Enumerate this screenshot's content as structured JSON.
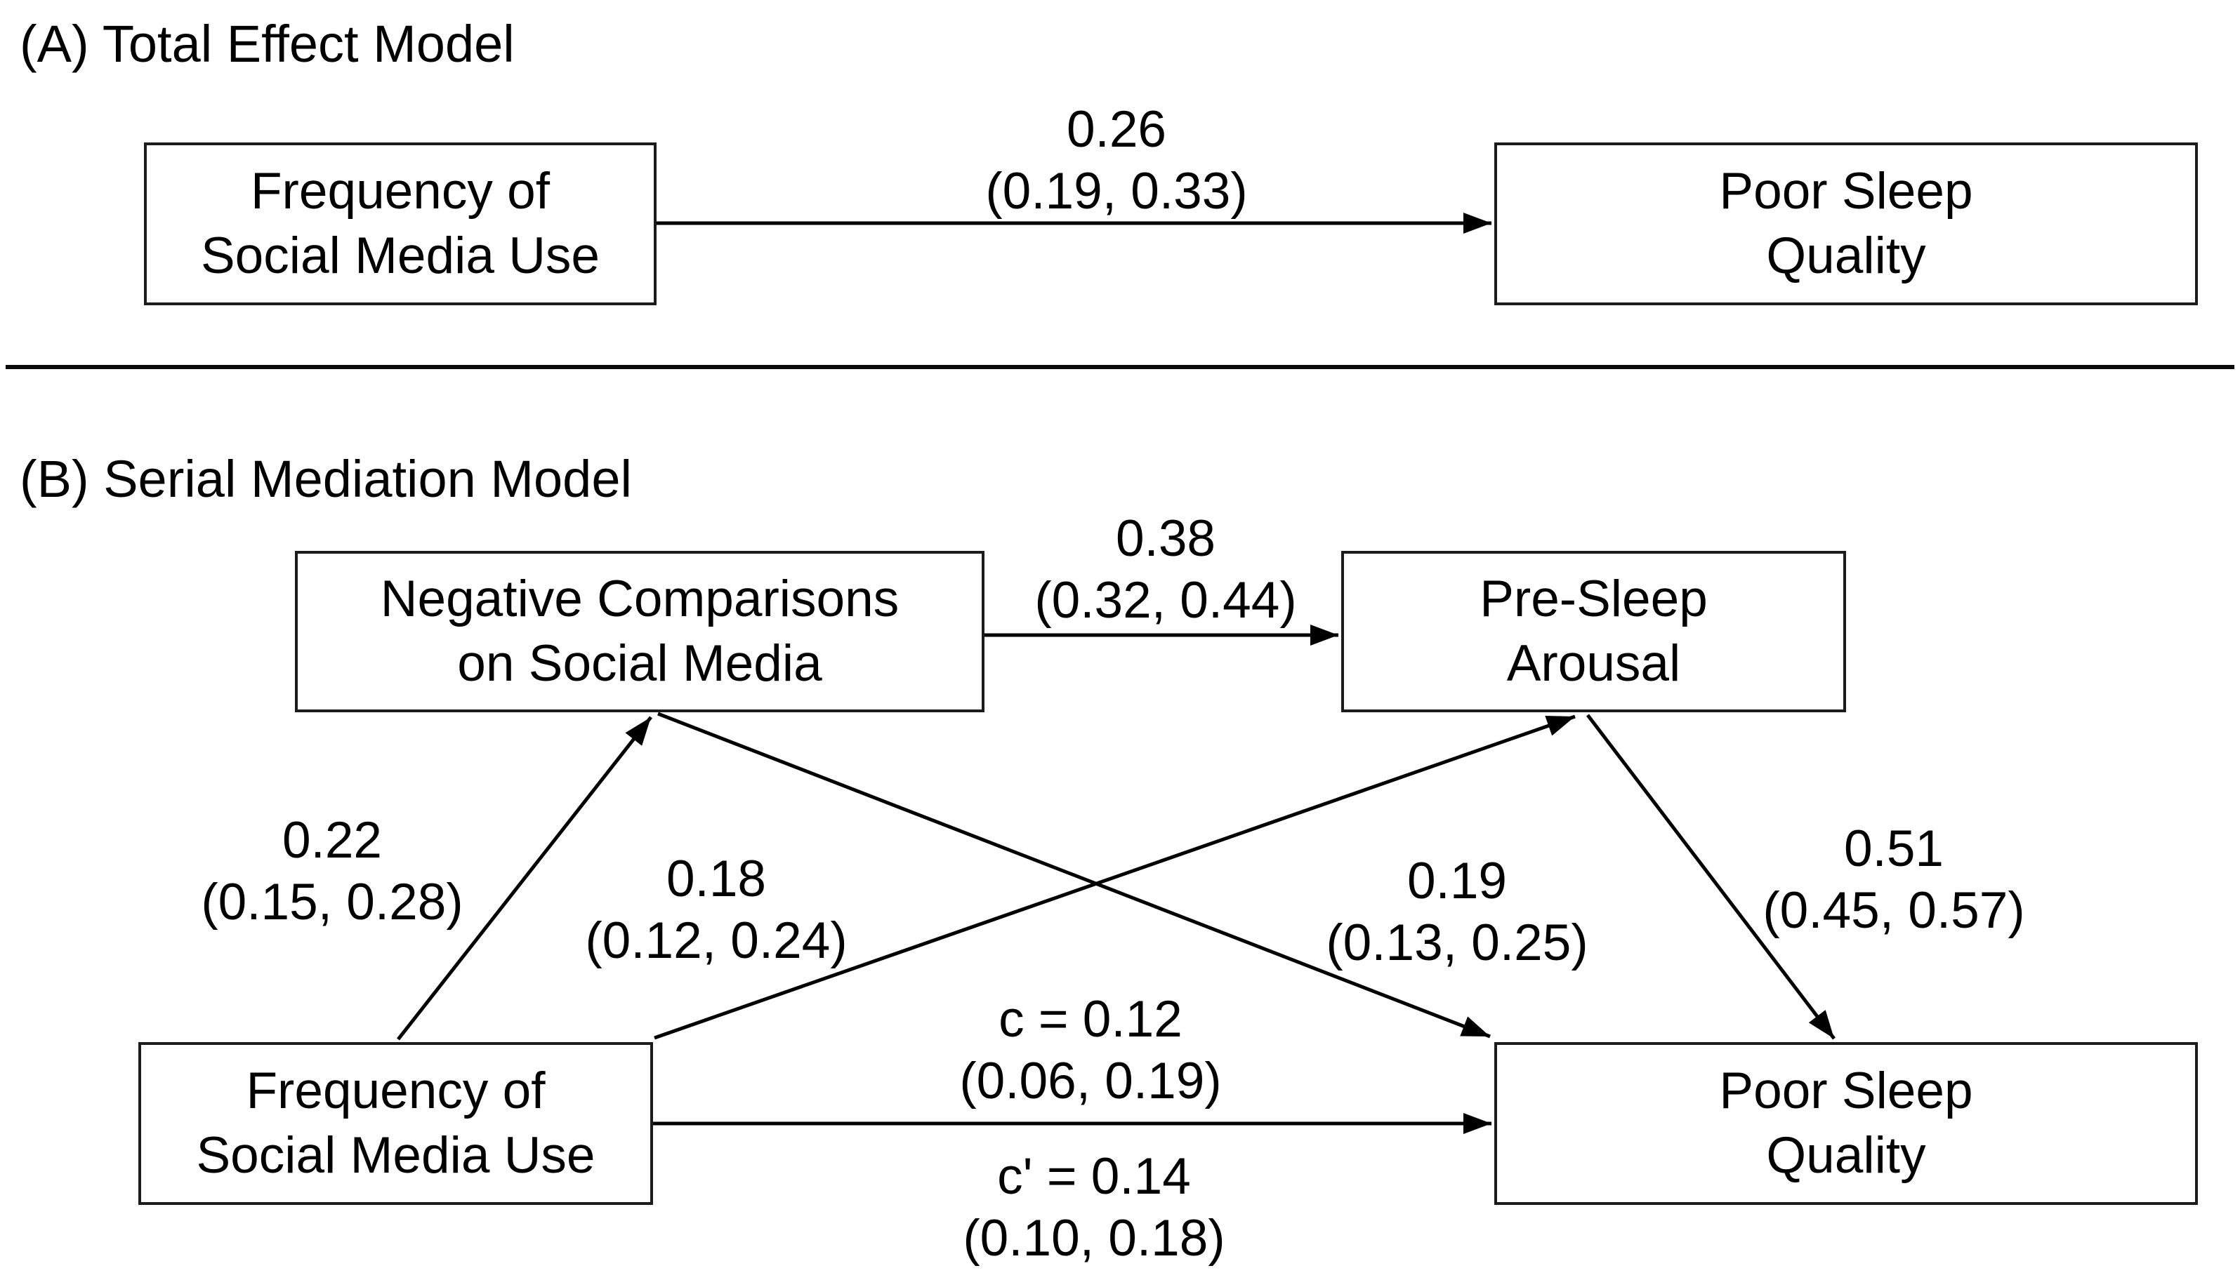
{
  "figure": {
    "background_color": "#ffffff",
    "text_color": "#000000",
    "line_color": "#000000",
    "box_border_color": "#1c1c1c"
  },
  "panel_a": {
    "title": "(A) Total Effect Model",
    "nodes": {
      "frequency": "Frequency of\nSocial Media Use",
      "poor_sleep": "Poor Sleep\nQuality"
    },
    "paths": {
      "total_effect": {
        "label": "0.26\n(0.19, 0.33)",
        "estimate": 0.26,
        "ci_lower": 0.19,
        "ci_upper": 0.33,
        "from": "Frequency of Social Media Use",
        "to": "Poor Sleep Quality"
      }
    }
  },
  "panel_b": {
    "title": "(B) Serial Mediation Model",
    "nodes": {
      "negative_comparisons": "Negative Comparisons\non Social Media",
      "pre_sleep_arousal": "Pre-Sleep\nArousal",
      "frequency": "Frequency of\nSocial Media Use",
      "poor_sleep": "Poor Sleep\nQuality"
    },
    "paths": {
      "comparisons_to_arousal": {
        "label": "0.38\n(0.32, 0.44)",
        "estimate": 0.38,
        "ci_lower": 0.32,
        "ci_upper": 0.44,
        "from": "Negative Comparisons on Social Media",
        "to": "Pre-Sleep Arousal"
      },
      "frequency_to_comparisons": {
        "label": "0.22\n(0.15, 0.28)",
        "estimate": 0.22,
        "ci_lower": 0.15,
        "ci_upper": 0.28,
        "from": "Frequency of Social Media Use",
        "to": "Negative Comparisons on Social Media"
      },
      "frequency_to_arousal": {
        "label": "0.18\n(0.12, 0.24)",
        "estimate": 0.18,
        "ci_lower": 0.12,
        "ci_upper": 0.24,
        "from": "Frequency of Social Media Use",
        "to": "Pre-Sleep Arousal"
      },
      "comparisons_to_sleep": {
        "label": "0.19\n(0.13, 0.25)",
        "estimate": 0.19,
        "ci_lower": 0.13,
        "ci_upper": 0.25,
        "from": "Negative Comparisons on Social Media",
        "to": "Poor Sleep Quality"
      },
      "arousal_to_sleep": {
        "label": "0.51\n(0.45, 0.57)",
        "estimate": 0.51,
        "ci_lower": 0.45,
        "ci_upper": 0.57,
        "from": "Pre-Sleep Arousal",
        "to": "Poor Sleep Quality"
      },
      "total_effect_c": {
        "label": "c = 0.12\n(0.06, 0.19)",
        "estimate": 0.12,
        "ci_lower": 0.06,
        "ci_upper": 0.19,
        "from": "Frequency of Social Media Use",
        "to": "Poor Sleep Quality"
      },
      "direct_effect_c_prime": {
        "label": "c' = 0.14\n(0.10, 0.18)",
        "estimate": 0.14,
        "ci_lower": 0.1,
        "ci_upper": 0.18,
        "from": "Frequency of Social Media Use",
        "to": "Poor Sleep Quality"
      }
    }
  }
}
